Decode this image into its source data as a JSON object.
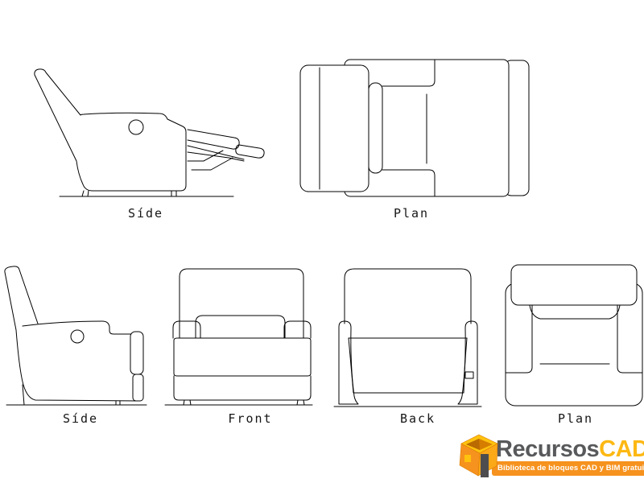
{
  "page": {
    "background": "#ffffff",
    "stroke": "#000000"
  },
  "views": [
    {
      "id": "side-reclined",
      "label": "Síde"
    },
    {
      "id": "plan-reclined",
      "label": "Plan"
    },
    {
      "id": "side-upright",
      "label": "Síde"
    },
    {
      "id": "front",
      "label": "Front"
    },
    {
      "id": "back",
      "label": "Back"
    },
    {
      "id": "plan-upright",
      "label": "Plan"
    }
  ],
  "logo": {
    "brand_prefix": "Recursos",
    "brand_suffix": "CAD",
    "tagline": "Biblioteca de bloques CAD y BIM gratuita",
    "icon": "recursoscad-house-icon",
    "colors": {
      "prefix": "#58595B",
      "suffix": "#FDB813",
      "bar": "#F6921E",
      "icon_top": "#FFC20E",
      "icon_inner": "#D67D00",
      "icon_left": "#F6921E",
      "icon_right": "#FBA819",
      "icon_door": "#4D4D4F",
      "icon_window": "#FFC20E"
    }
  }
}
